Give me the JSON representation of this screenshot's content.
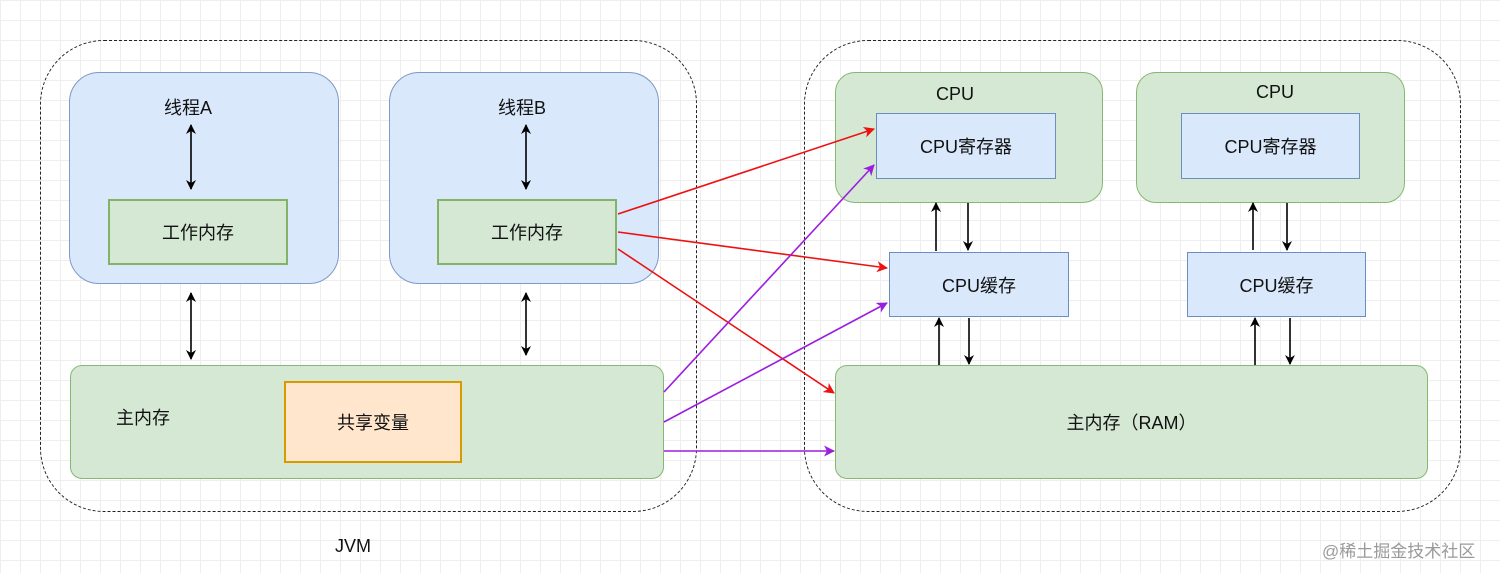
{
  "jvm": {
    "label": "JVM",
    "thread_a": {
      "title": "线程A",
      "work_memory": "工作内存"
    },
    "thread_b": {
      "title": "线程B",
      "work_memory": "工作内存"
    },
    "main_memory": {
      "title": "主内存",
      "shared_variable": "共享变量"
    }
  },
  "hardware": {
    "cpu_left": {
      "title": "CPU",
      "register": "CPU寄存器",
      "cache": "CPU缓存"
    },
    "cpu_right": {
      "title": "CPU",
      "register": "CPU寄存器",
      "cache": "CPU缓存"
    },
    "ram": {
      "label": "主内存（RAM）"
    }
  },
  "watermark": "@稀土掘金技术社区",
  "colors": {
    "write_arrow": "#ee1111",
    "read_arrow": "#9b1de0",
    "sync_arrow": "#000000"
  }
}
